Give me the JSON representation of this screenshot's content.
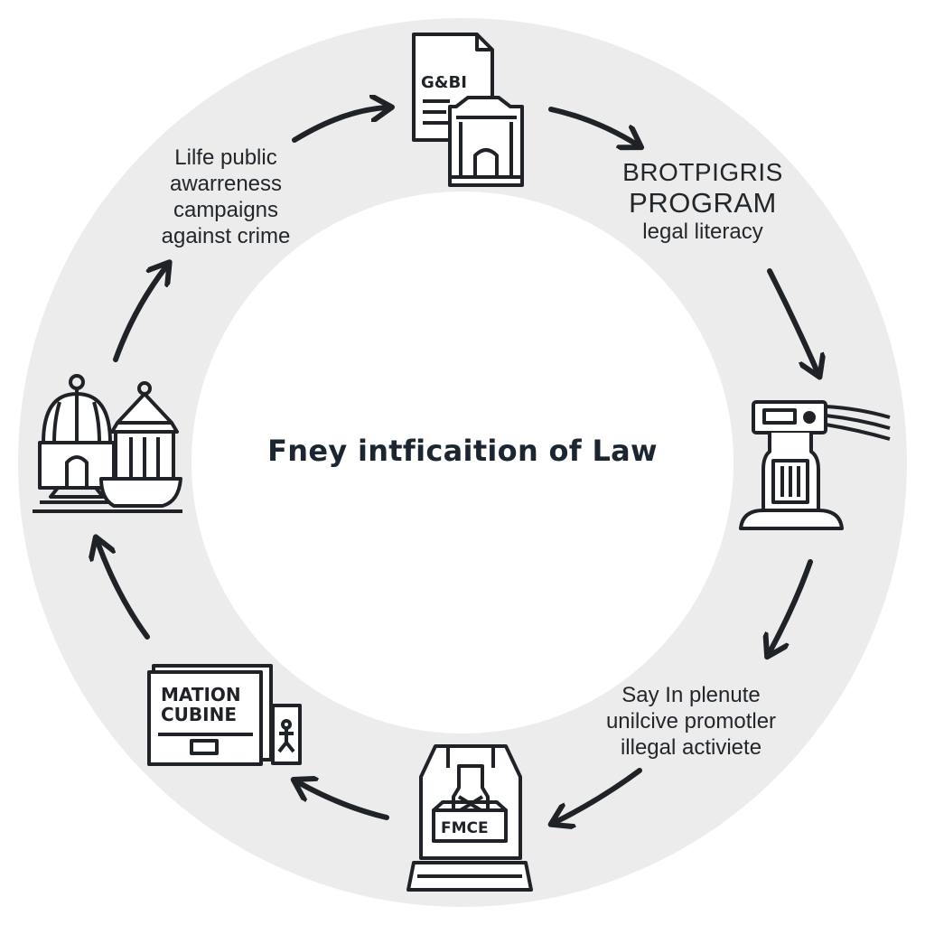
{
  "center": {
    "title": "Fney intficaition of Law"
  },
  "labels": {
    "top_left": [
      "Lilfe public",
      "awarreness",
      "campaigns",
      "against crime"
    ],
    "top_right": [
      "BROTPIGRIS",
      "PROGRAM",
      "legal literacy"
    ],
    "bottom_right": [
      "Say In plenute",
      "unilcive promotler",
      "illegal activiete"
    ]
  },
  "icon_text": {
    "document": "G&BI",
    "board_line1": "MATION",
    "board_line2": "CUBINE",
    "badge": "FMCE"
  },
  "icons": [
    "document-courthouse-icon",
    "machine-icon",
    "police-badge-icon",
    "billboard-icon",
    "government-buildings-icon"
  ],
  "colors": {
    "ring": "#ececec",
    "ink": "#1f2328"
  }
}
